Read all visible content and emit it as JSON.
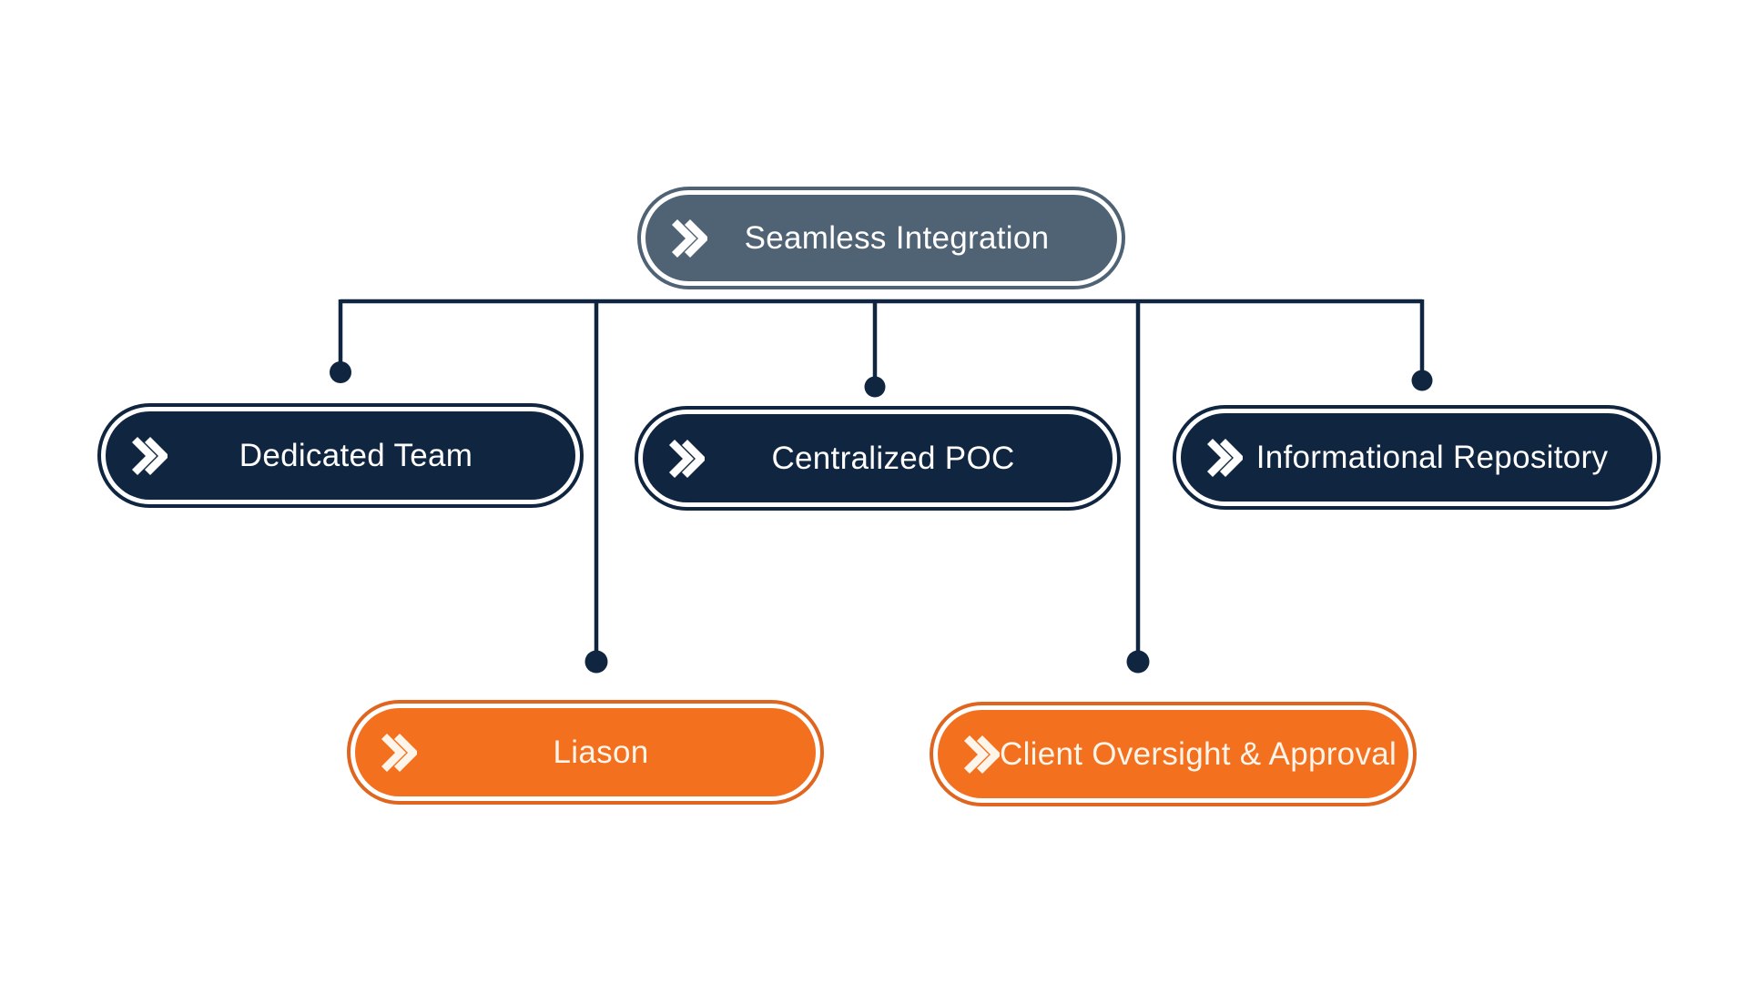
{
  "page": {
    "background": "#ffffff",
    "kind": "hierarchy-flow-diagram"
  },
  "palette": {
    "slate": "#4f6375",
    "navy": "#102540",
    "orange": "#f3701e",
    "orange_edge": "#e0661f",
    "connector": "#102540",
    "text_on_dark": "#ffffff",
    "text_on_orange": "#fdf5ea"
  },
  "diagram": {
    "root": {
      "label": "Seamless Integration",
      "icon": "double-chevron-right",
      "color": "slate"
    },
    "level2": [
      {
        "label": "Dedicated Team",
        "icon": "double-chevron-right",
        "color": "navy"
      },
      {
        "label": "Centralized POC",
        "icon": "double-chevron-right",
        "color": "navy"
      },
      {
        "label": "Informational Repository",
        "icon": "double-chevron-right",
        "color": "navy"
      }
    ],
    "level3": [
      {
        "label": "Liason",
        "icon": "double-chevron-right",
        "color": "orange"
      },
      {
        "label": "Client Oversight & Approval",
        "icon": "double-chevron-right",
        "color": "orange"
      }
    ],
    "edges": [
      {
        "from": "Seamless Integration",
        "to": "Dedicated Team",
        "terminal": "dot"
      },
      {
        "from": "Seamless Integration",
        "to": "Centralized POC",
        "terminal": "dot"
      },
      {
        "from": "Seamless Integration",
        "to": "Informational Repository",
        "terminal": "dot"
      },
      {
        "from": "Seamless Integration",
        "to": "Liason",
        "terminal": "dot"
      },
      {
        "from": "Seamless Integration",
        "to": "Client Oversight & Approval",
        "terminal": "dot"
      }
    ]
  }
}
